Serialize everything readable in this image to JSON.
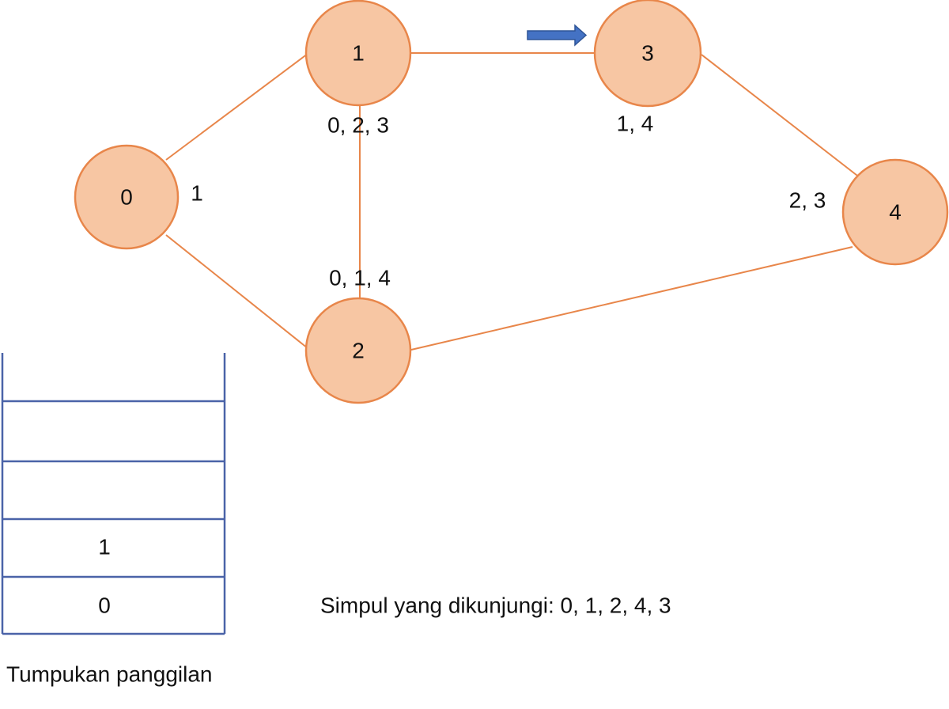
{
  "graph": {
    "nodes": [
      {
        "id": "0",
        "label": "0",
        "adjacency": "1"
      },
      {
        "id": "1",
        "label": "1",
        "adjacency": "0, 2, 3"
      },
      {
        "id": "2",
        "label": "2",
        "adjacency": "0, 1, 4"
      },
      {
        "id": "3",
        "label": "3",
        "adjacency": "1, 4"
      },
      {
        "id": "4",
        "label": "4",
        "adjacency": "2, 3"
      }
    ],
    "edges": [
      [
        "0",
        "1"
      ],
      [
        "0",
        "2"
      ],
      [
        "1",
        "2"
      ],
      [
        "1",
        "3"
      ],
      [
        "3",
        "4"
      ],
      [
        "2",
        "4"
      ]
    ],
    "current_pointer": "3",
    "colors": {
      "node_fill": "#f7c6a3",
      "node_stroke": "#e8864a",
      "edge": "#e8864a",
      "arrow": "#4472c4",
      "stack": "#4a63a8"
    }
  },
  "stack": {
    "title": "Tumpukan panggilan",
    "slots": [
      "",
      "",
      "",
      "1",
      "0"
    ]
  },
  "visited": {
    "text": "Simpul yang dikunjungi: 0, 1, 2, 4, 3"
  }
}
